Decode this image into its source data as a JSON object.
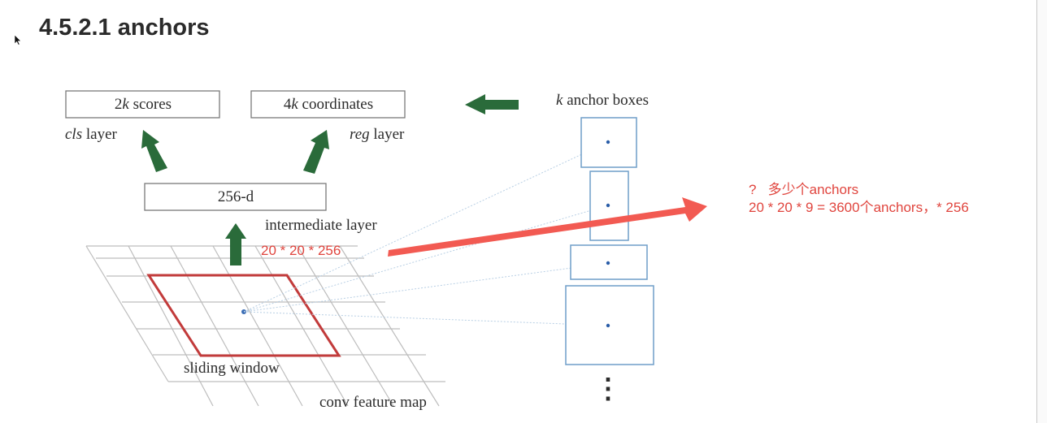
{
  "heading": "4.5.2.1 anchors",
  "diagram": {
    "scores_box": {
      "coef": "2",
      "k": "k",
      "rest": " scores"
    },
    "coords_box": {
      "coef": "4",
      "k": "k",
      "rest": " coordinates"
    },
    "cls_label": {
      "italic": "cls",
      "rest": " layer"
    },
    "reg_label": {
      "italic": "reg",
      "rest": " layer"
    },
    "anchor_title": {
      "k": "k",
      "rest": " anchor boxes"
    },
    "intermediate_box": "256-d",
    "intermediate_label": "intermediate layer",
    "sliding_window_label": "sliding window",
    "feature_map_label": "conv feature map",
    "ellipsis": "⋮"
  },
  "annotations": {
    "dims": "20 * 20 * 256",
    "question": "?   多少个anchors",
    "answer": "20 * 20 * 9 = 3600个anchors，* 256"
  },
  "colors": {
    "green_arrow": "#2a6b3a",
    "red_arrow": "#f25a52",
    "red_text": "#e0453e",
    "window_outline": "#c23b3b",
    "anchor_box": "#6f9ec8",
    "grid": "#bdbdbd"
  }
}
